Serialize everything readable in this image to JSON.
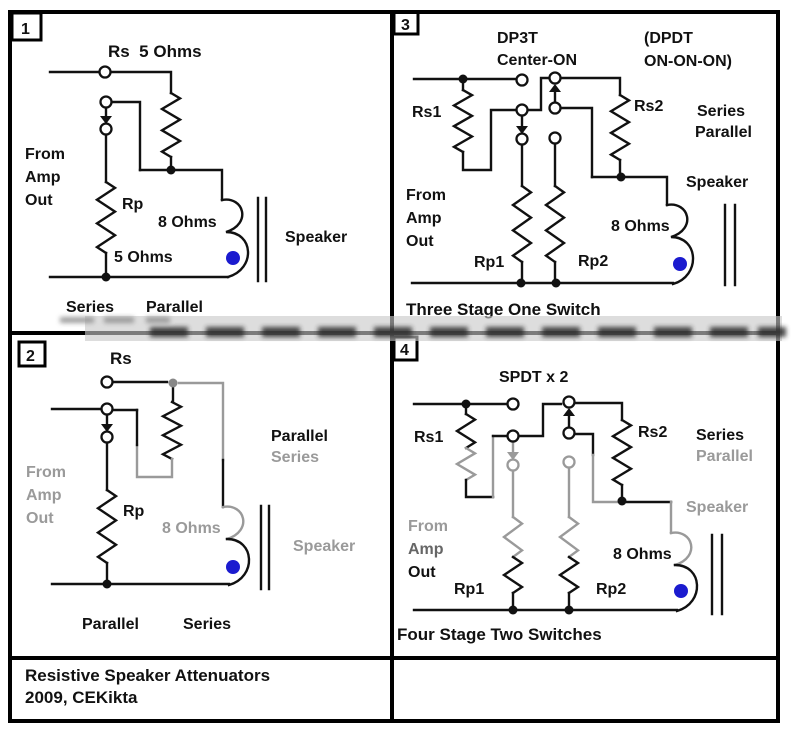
{
  "colors": {
    "ink": "#111111",
    "faded": "#9a9a9a",
    "half_faded": "#666666",
    "speaker_dot": "#1b1bcf",
    "watermark_band": "#c8c8c8"
  },
  "footer": {
    "title": "Resistive Speaker Attenuators",
    "credit": "2009, CEKikta"
  },
  "p1": {
    "number": "1",
    "title": "Rs  5 Ohms",
    "from": "From",
    "amp": "Amp",
    "out": "Out",
    "rp": "Rp",
    "impedance": "8 Ohms",
    "rp_value": "5 Ohms",
    "speaker": "Speaker",
    "mode_left": "Series",
    "mode_right": "Parallel"
  },
  "p2": {
    "number": "2",
    "title": "Rs",
    "side_top": "Parallel",
    "side_bottom": "Series",
    "from": "From",
    "amp": "Amp",
    "out": "Out",
    "rp": "Rp",
    "impedance": "8 Ohms",
    "speaker": "Speaker",
    "mode_left": "Parallel",
    "mode_right": "Series"
  },
  "p3": {
    "number": "3",
    "switch_line1": "DP3T",
    "switch_line2": "Center-ON",
    "alt_line1": "(DPDT",
    "alt_line2": "ON-ON-ON)",
    "rs1": "Rs1",
    "rs2": "Rs2",
    "side_top": "Series",
    "side_bottom": "Parallel",
    "speaker": "Speaker",
    "from": "From",
    "amp": "Amp",
    "out": "Out",
    "rp1": "Rp1",
    "rp2": "Rp2",
    "impedance": "8 Ohms",
    "caption": "Three Stage One Switch"
  },
  "p4": {
    "number": "4",
    "switch_title": "SPDT x 2",
    "rs1": "Rs1",
    "rs2": "Rs2",
    "side_top": "Series",
    "side_bottom": "Parallel",
    "speaker": "Speaker",
    "from": "From",
    "amp": "Amp",
    "out": "Out",
    "rp1": "Rp1",
    "rp2": "Rp2",
    "impedance": "8 Ohms",
    "caption": "Four Stage Two Switches"
  }
}
